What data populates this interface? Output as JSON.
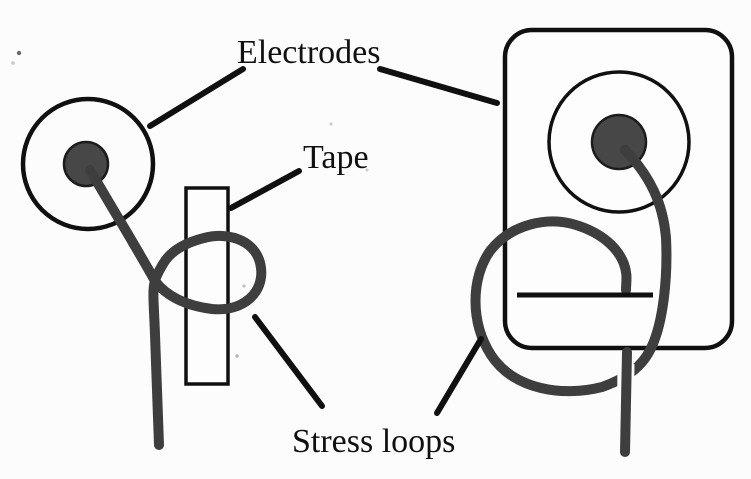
{
  "figure": {
    "labels": {
      "electrodes": "Electrodes",
      "tape": "Tape",
      "stress_loops": "Stress loops"
    },
    "colors": {
      "background": "#fcfcfc",
      "ink": "#101010",
      "wire": "#3e3e3e",
      "electrode_fill": "#474747"
    }
  }
}
